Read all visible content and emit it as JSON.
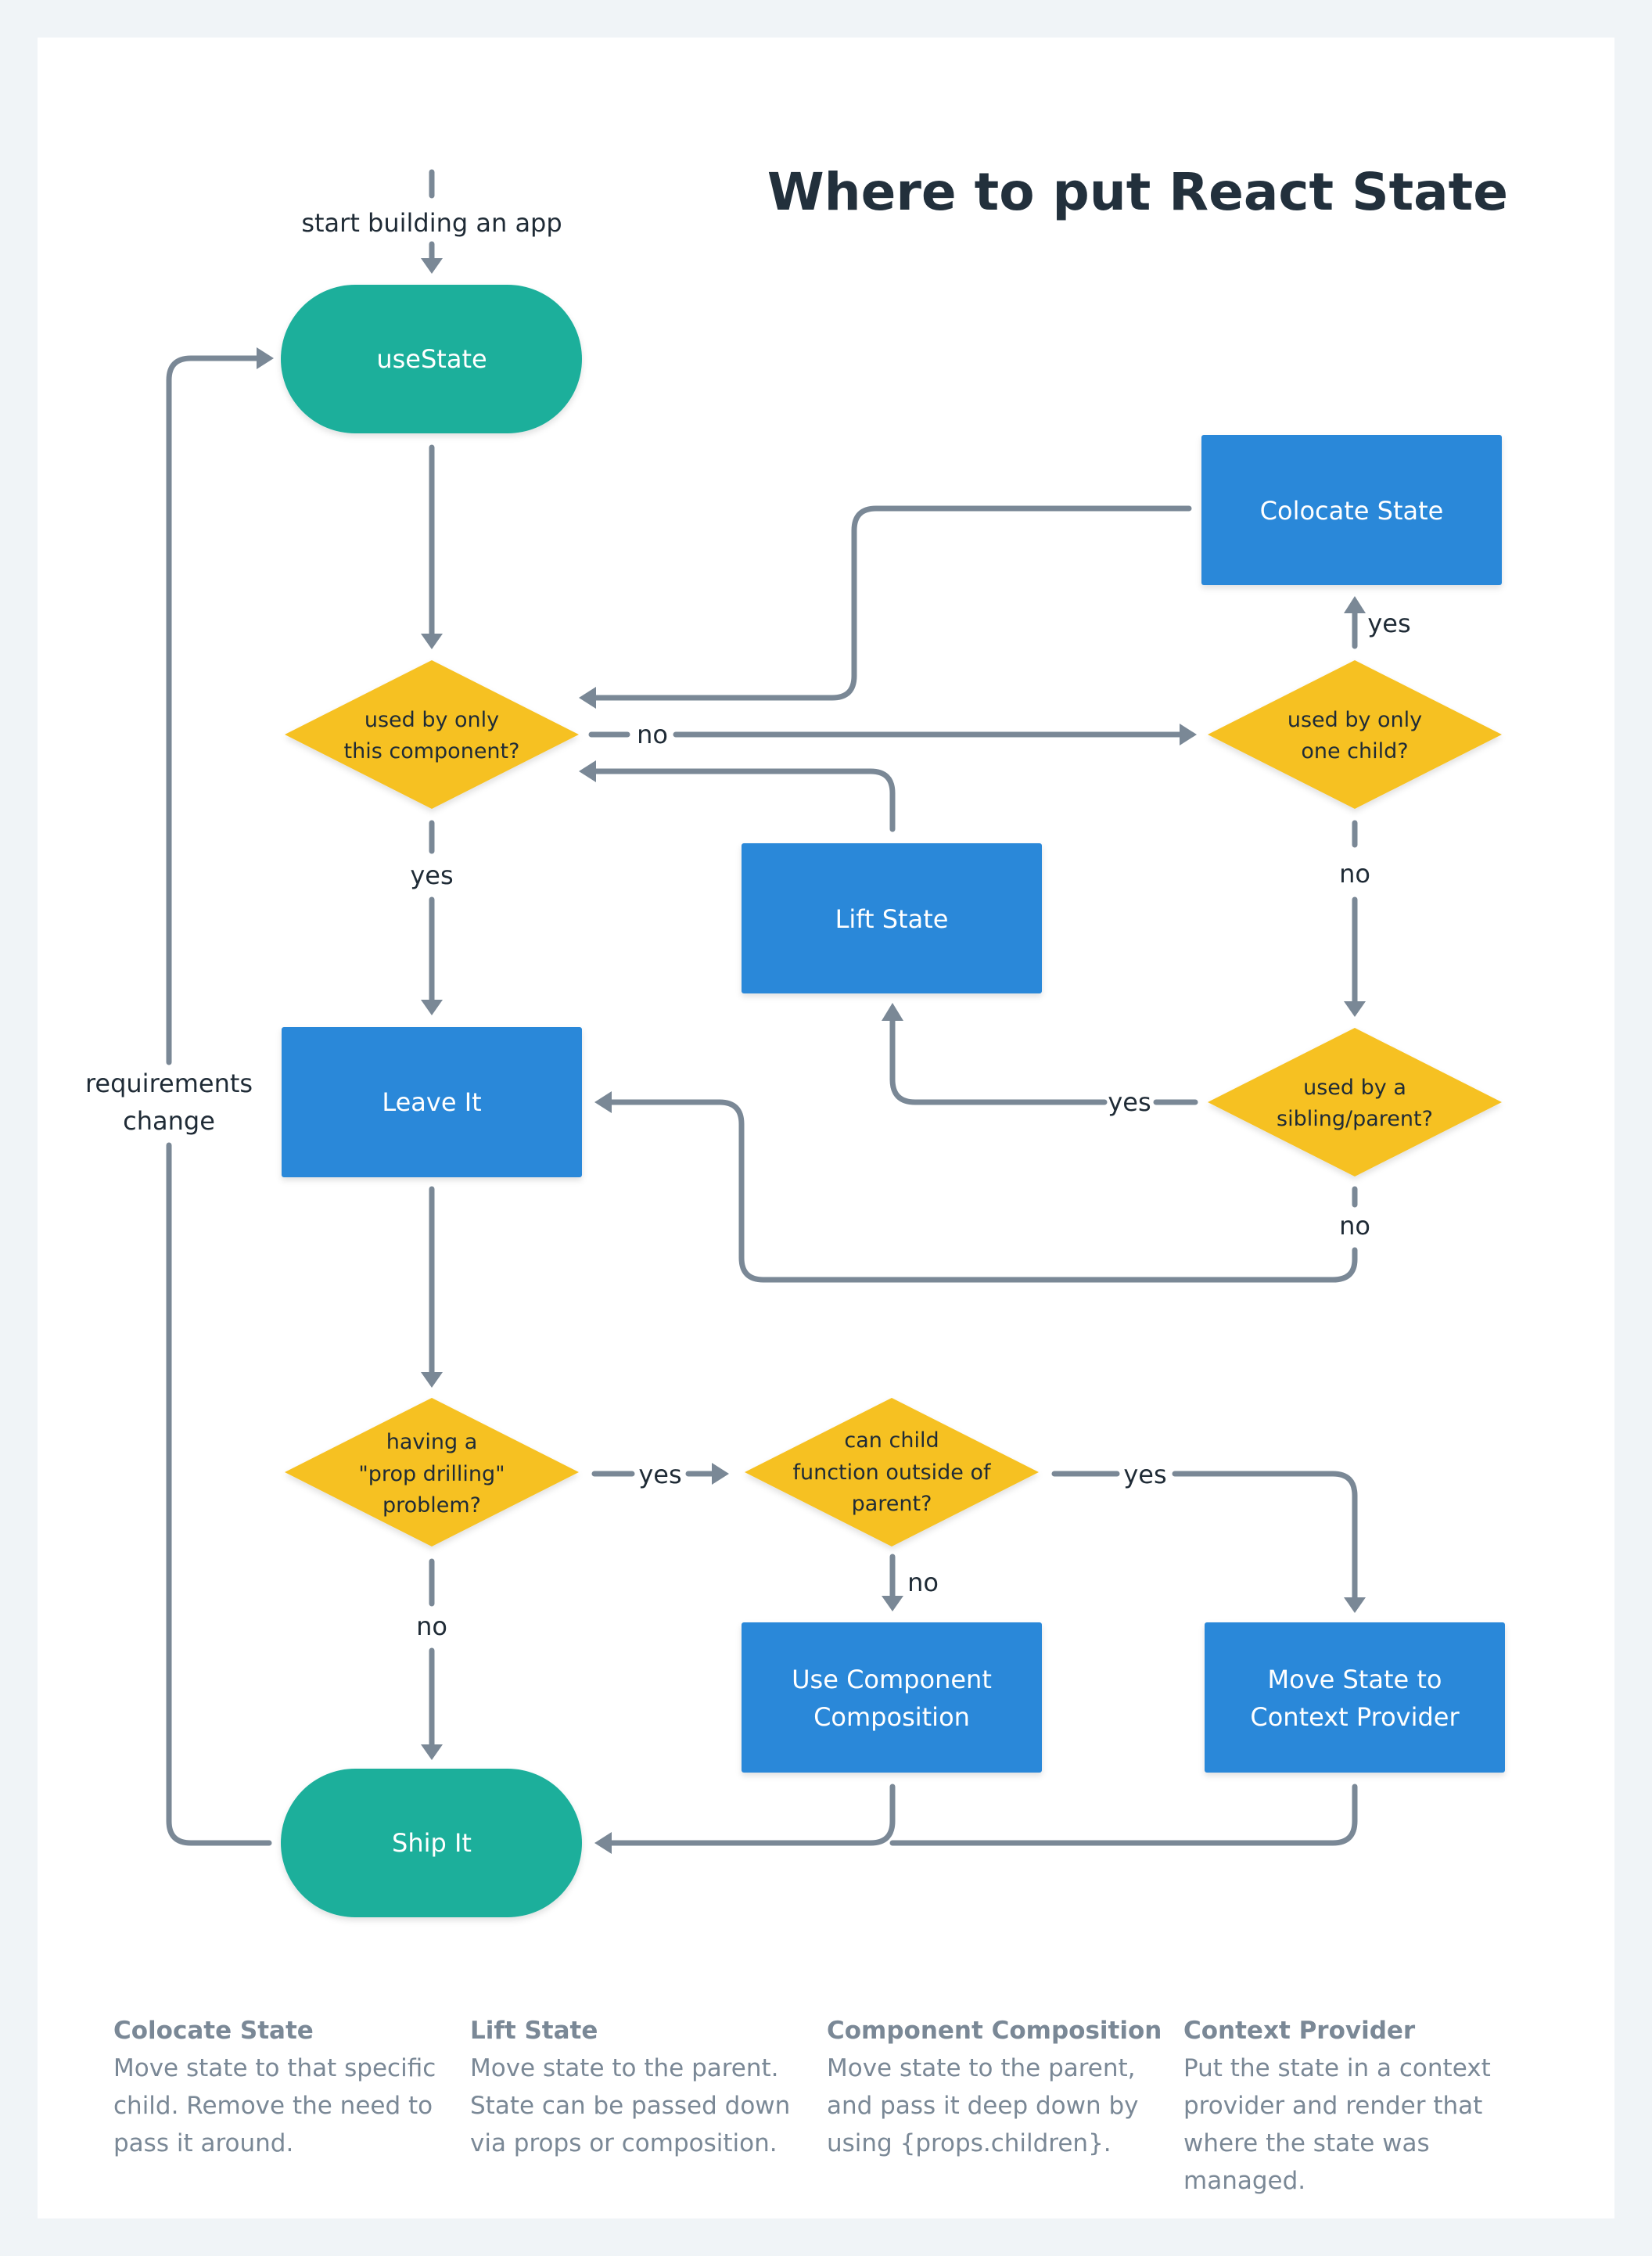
{
  "title": "Where to put React State",
  "colors": {
    "terminal": "#1aaf9b",
    "action": "#2b88d9",
    "decision": "#f6c124",
    "connector": "#7a8896",
    "background": "#f0f4f7"
  },
  "nodes": {
    "start": "start building an app",
    "use_state": "useState",
    "decision_this_component": [
      "used by only",
      "this component?"
    ],
    "decision_one_child": [
      "used by only",
      "one child?"
    ],
    "colocate_state": "Colocate State",
    "lift_state": "Lift State",
    "decision_sibling_parent": [
      "used by a",
      "sibling/parent?"
    ],
    "leave_it": "Leave It",
    "decision_prop_drilling": [
      "having a",
      "\"prop drilling\"",
      "problem?"
    ],
    "decision_child_function": [
      "can child",
      "function outside of",
      "parent?"
    ],
    "use_component_composition": [
      "Use Component",
      "Composition"
    ],
    "move_state_context": [
      "Move State to",
      "Context Provider"
    ],
    "ship_it": "Ship It",
    "requirements_change": [
      "requirements",
      "change"
    ]
  },
  "edge_labels": {
    "no_1": "no",
    "yes_1": "yes",
    "yes_colocate": "yes",
    "no_2": "no",
    "yes_lift": "yes",
    "no_3": "no",
    "yes_prop": "yes",
    "yes_context": "yes",
    "no_composition": "no",
    "no_ship": "no"
  },
  "notes": [
    {
      "title": "Colocate State",
      "lines": [
        "Move state to that specific",
        "child. Remove the need to",
        "pass it around."
      ]
    },
    {
      "title": "Lift State",
      "lines": [
        "Move state to the parent.",
        "State can be passed down",
        "via props or composition."
      ]
    },
    {
      "title": "Component Composition",
      "lines": [
        "Move state to the parent,",
        "and pass it deep down by",
        "using {props.children}."
      ]
    },
    {
      "title": "Context Provider",
      "lines": [
        "Put the state in a context",
        "provider and render that",
        "where the state was managed."
      ]
    }
  ]
}
